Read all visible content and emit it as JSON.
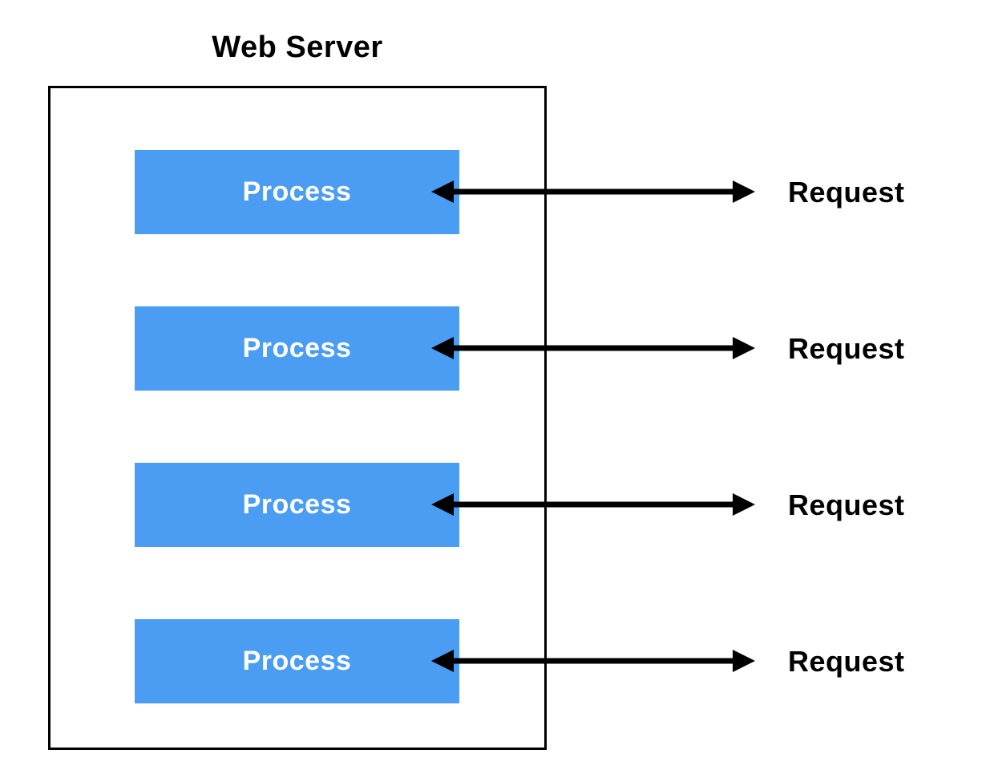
{
  "diagram": {
    "title": "Web Server",
    "rows": [
      {
        "process": "Process",
        "request": "Request"
      },
      {
        "process": "Process",
        "request": "Request"
      },
      {
        "process": "Process",
        "request": "Request"
      },
      {
        "process": "Process",
        "request": "Request"
      }
    ]
  },
  "colors": {
    "process-fill": "#4a9df2",
    "process-text": "#ffffff",
    "arrow": "#000000",
    "container-border": "#000000",
    "title-text": "#000000",
    "background": "#ffffff"
  }
}
